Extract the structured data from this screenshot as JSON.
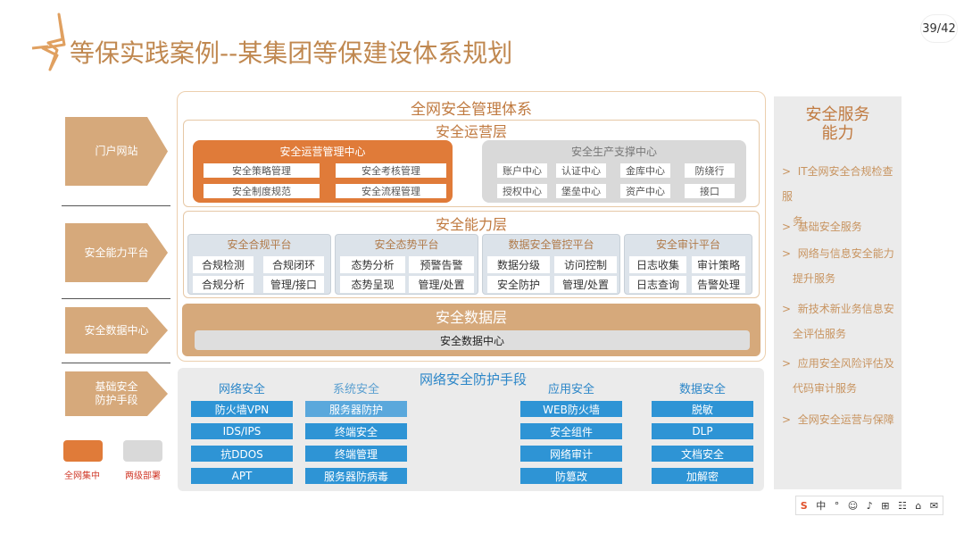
{
  "title": "等保实践案例--某集团等保建设体系规划",
  "page_number": "39/42",
  "left_nav": {
    "items": [
      {
        "label": "门户网站"
      },
      {
        "label": "安全能力平台"
      },
      {
        "label": "安全数据中心"
      },
      {
        "label_line1": "基础安全",
        "label_line2": "防护手段"
      }
    ]
  },
  "legend": {
    "central": {
      "label": "全网集中",
      "color": "#e07b39"
    },
    "two_level": {
      "label": "两级部署",
      "color": "#d9d9d9"
    }
  },
  "management_system": {
    "title": "全网安全管理体系",
    "ops_layer": {
      "title": "安全运营层",
      "ops_center": {
        "title": "安全运营管理中心",
        "items": [
          "安全策略管理",
          "安全考核管理",
          "安全制度规范",
          "安全流程管理"
        ]
      },
      "production_center": {
        "title": "安全生产支撑中心",
        "items": [
          "账户中心",
          "认证中心",
          "金库中心",
          "防绕行",
          "授权中心",
          "堡垒中心",
          "资产中心",
          "接口"
        ]
      }
    },
    "capability_layer": {
      "title": "安全能力层",
      "platforms": [
        {
          "title": "安全合规平台",
          "items": [
            "合规检测",
            "合规闭环",
            "合规分析",
            "管理/接口"
          ]
        },
        {
          "title": "安全态势平台",
          "items": [
            "态势分析",
            "预警告警",
            "态势呈现",
            "管理/处置"
          ]
        },
        {
          "title": "数据安全管控平台",
          "items": [
            "数据分级",
            "访问控制",
            "安全防护",
            "管理/处置"
          ]
        },
        {
          "title": "安全审计平台",
          "items": [
            "日志收集",
            "审计策略",
            "日志查询",
            "告警处理"
          ]
        }
      ]
    },
    "data_layer": {
      "title": "安全数据层",
      "center": "安全数据中心"
    }
  },
  "defense": {
    "title": "网络安全防护手段",
    "columns": [
      {
        "title": "网络安全",
        "items": [
          "防火墙VPN",
          "IDS/IPS",
          "抗DDOS",
          "APT"
        ]
      },
      {
        "title": "系统安全",
        "items": [
          "服务器防护",
          "终端安全",
          "终端管理",
          "服务器防病毒"
        ]
      },
      {
        "title": "应用安全",
        "items": [
          "WEB防火墙",
          "安全组件",
          "网络审计",
          "防篡改"
        ]
      },
      {
        "title": "数据安全",
        "items": [
          "脱敏",
          "DLP",
          "文档安全",
          "加解密"
        ]
      }
    ]
  },
  "service_panel": {
    "title_line1": "安全服务",
    "title_line2": "能力",
    "items": [
      {
        "line1": "IT全网安全合规检查服",
        "line2": "务"
      },
      {
        "line1": "基础安全服务",
        "line2": ""
      },
      {
        "line1": "网络与信息安全能力",
        "line2": "提升服务"
      },
      {
        "line1": "新技术新业务信息安",
        "line2": "全评估服务"
      },
      {
        "line1": "应用安全风险评估及",
        "line2": "代码审计服务"
      },
      {
        "line1": "全网安全运营与保障",
        "line2": ""
      }
    ]
  },
  "ime_toolbar": {
    "items": [
      "S",
      "中",
      "°",
      "☺",
      "♪",
      "⊞",
      "☷",
      "⌂",
      "✉"
    ]
  }
}
